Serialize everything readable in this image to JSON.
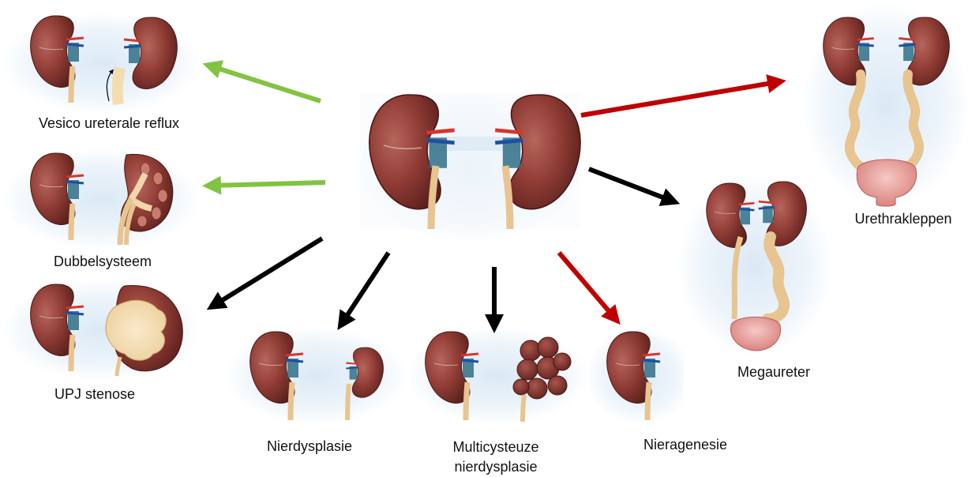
{
  "colors": {
    "green_arrow": "#82c341",
    "red_arrow": "#c00000",
    "black_arrow": "#000000",
    "kidney": "#8e3b34",
    "ureter": "#e8c490",
    "bladder": "#e7a3a0",
    "panel_bg": "#eaf3fa"
  },
  "labels": {
    "reflux": "Vesico ureterale reflux",
    "duplex": "Dubbelsysteem",
    "upj": "UPJ stenose",
    "dysplasia": "Nierdysplasie",
    "mcdk_line1": "Multicysteuze",
    "mcdk_line2": "nierdysplasie",
    "agenesis": "Nieragenesie",
    "megaureter": "Megaureter",
    "valves": "Urethrakleppen"
  }
}
